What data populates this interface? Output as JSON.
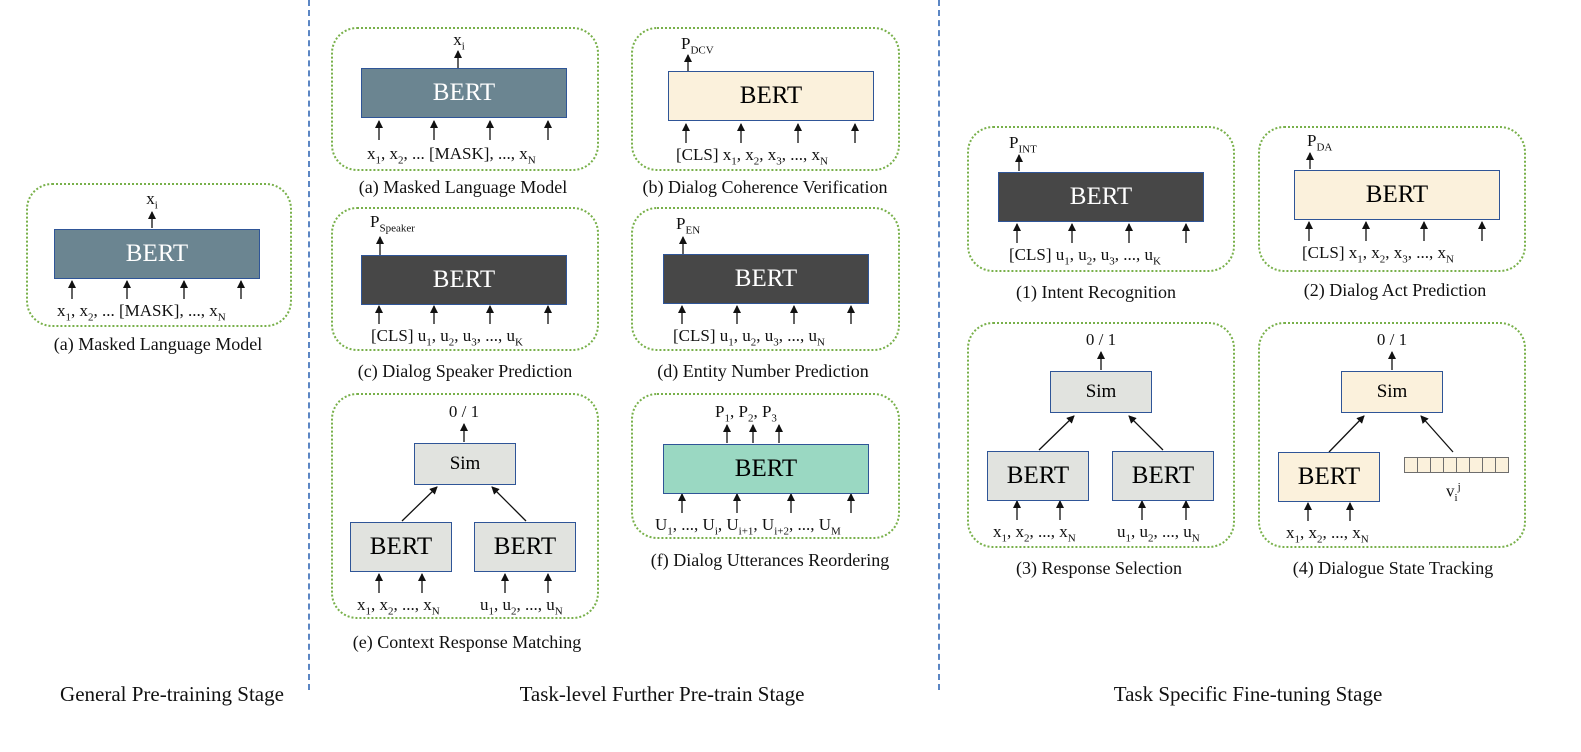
{
  "stages": {
    "general": "General Pre-training Stage",
    "task_level": "Task-level Further Pre-train Stage",
    "fine_tuning": "Task Specific Fine-tuning Stage"
  },
  "model_label": "BERT",
  "sim_label": "Sim",
  "binary_output": "0 / 1",
  "general": {
    "output": "x",
    "output_sub": "i",
    "caption": "(a) Masked Language Model"
  },
  "task_level": {
    "mlm": {
      "output": "x",
      "output_sub": "i",
      "caption": "(a) Masked Language Model"
    },
    "dcv": {
      "output": "P",
      "output_sub": "DCV",
      "caption": "(b) Dialog Coherence Verification"
    },
    "dsp": {
      "output": "P",
      "output_sub": "Speaker",
      "caption": "(c) Dialog Speaker Prediction"
    },
    "enp": {
      "output": "P",
      "output_sub": "EN",
      "caption": "(d) Entity Number Prediction"
    },
    "crm": {
      "caption": "(e) Context Response Matching"
    },
    "dur": {
      "caption": "(f) Dialog Utterances Reordering"
    }
  },
  "fine_tuning": {
    "intent": {
      "output": "P",
      "output_sub": "INT",
      "caption": "(1) Intent Recognition"
    },
    "dialog_act": {
      "output": "P",
      "output_sub": "DA",
      "caption": "(2) Dialog Act Prediction"
    },
    "response_selection": {
      "caption": "(3) Response Selection"
    },
    "dst": {
      "caption": "(4) Dialogue State Tracking"
    }
  },
  "colors": {
    "panel_border": "#78b04a",
    "divider": "#5b86c4",
    "bert_slate": "#6b8591",
    "bert_dark": "#474747",
    "bert_cream": "#fbf1dc",
    "bert_teal": "#9ad8c2",
    "bert_gray": "#e1e3df",
    "box_border": "#2f5597"
  }
}
